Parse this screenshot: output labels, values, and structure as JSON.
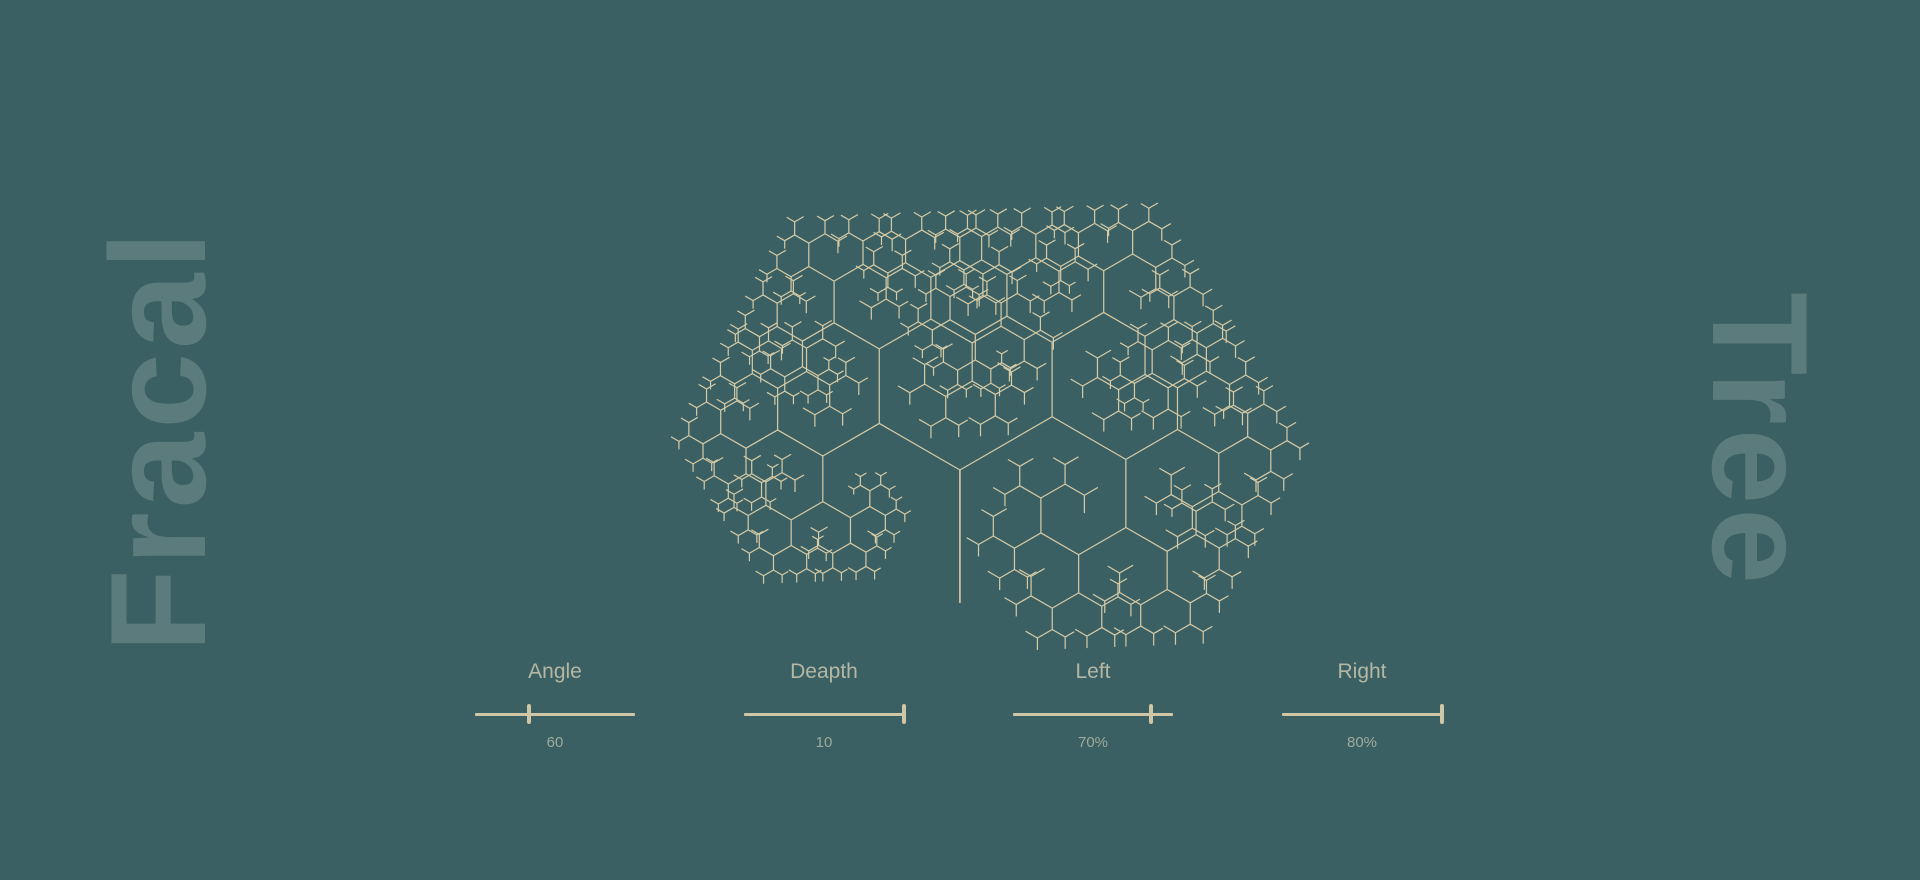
{
  "side_titles": {
    "left": "Fracal",
    "right": "Tree"
  },
  "colors": {
    "background": "#3b6063",
    "branch": "#d6cba7",
    "side_text": "#5c7b7c",
    "label": "#b4b7a3"
  },
  "controls": [
    {
      "label": "Angle",
      "value_text": "60",
      "value": 60,
      "min": 0,
      "max": 180,
      "fraction": 0.34
    },
    {
      "label": "Deapth",
      "value_text": "10",
      "value": 10,
      "min": 0,
      "max": 10,
      "fraction": 1.0
    },
    {
      "label": "Left",
      "value_text": "70%",
      "value": 70,
      "min": 0,
      "max": 80,
      "fraction": 0.86
    },
    {
      "label": "Right",
      "value_text": "80%",
      "value": 80,
      "min": 0,
      "max": 80,
      "fraction": 1.0
    }
  ],
  "tree": {
    "angle_deg": 60,
    "depth": 10,
    "left_ratio": 0.7,
    "right_ratio": 0.8
  }
}
